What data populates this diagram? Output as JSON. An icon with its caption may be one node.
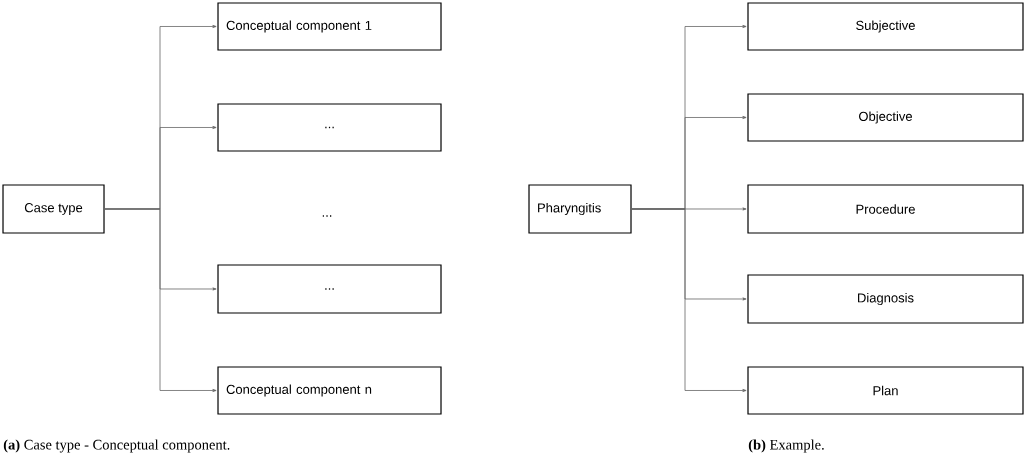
{
  "diagram": {
    "nodes": [
      {
        "text": [
          "Case type"
        ]
      },
      {
        "text": [
          "Conceptual component 1"
        ]
      },
      {
        "text": [
          "..."
        ]
      },
      {
        "text": [
          "..."
        ]
      },
      {
        "text": [
          "Conceptual component n"
        ]
      },
      {
        "text": [
          "Pharyngitis"
        ]
      },
      {
        "text": [
          "Subjective"
        ]
      },
      {
        "text": [
          "Objective"
        ]
      },
      {
        "text": [
          "Procedure"
        ]
      },
      {
        "text": [
          "Diagnosis"
        ]
      },
      {
        "text": [
          "Plan"
        ]
      }
    ],
    "edges": [
      {
        "from": 0,
        "to": 1,
        "arrow": "to"
      },
      {
        "from": 0,
        "to": 2,
        "arrow": "to"
      },
      {
        "from": 0,
        "to": 3,
        "arrow": "to"
      },
      {
        "from": 0,
        "to": 4,
        "arrow": "to"
      },
      {
        "from": 5,
        "to": 6,
        "arrow": "to"
      },
      {
        "from": 5,
        "to": 7,
        "arrow": "to"
      },
      {
        "from": 5,
        "to": 8,
        "arrow": "to"
      },
      {
        "from": 5,
        "to": 9,
        "arrow": "to"
      },
      {
        "from": 5,
        "to": 10,
        "arrow": "to"
      }
    ],
    "labels": [
      "...",
      "**(a)** Case type - Conceptual component.",
      "**(b)** Example."
    ]
  }
}
